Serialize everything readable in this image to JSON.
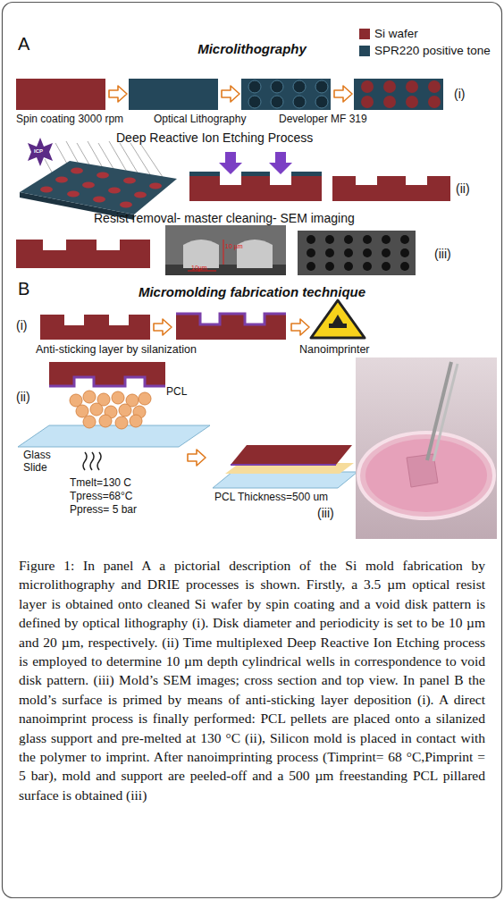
{
  "diagram": {
    "caption": "Figure 1: In panel A a pictorial description of the Si mold fabrication by microlithography and DRIE processes is shown. Firstly, a 3.5 µm optical resist layer is obtained onto cleaned Si wafer by spin coating and a void disk pattern is defined by optical lithography (i). Disk diameter and periodicity is set to be 10 µm and 20 µm, respectively. (ii) Time multiplexed Deep Reactive Ion Etching process is employed to determine 10 µm depth cylindrical wells in correspondence to void disk pattern. (iii) Mold’s SEM images; cross section and top view. In panel B the mold’s surface is primed by means of anti-sticking layer deposition (i). A direct nanoimprint process is finally performed: PCL pellets are placed onto a silanized glass support and pre-melted at 130 °C (ii), Silicon mold is placed in contact with the polymer to imprint. After nanoimprinting process (Timprint= 68 °C,Pimprint = 5 bar), mold and support are peeled-off and a 500 µm freestanding PCL pillared surface is obtained (iii)",
    "labels": [
      "A",
      "Microlithography",
      "Spin coating 3000 rpm",
      "Optical Lithography",
      "Developer MF 319",
      "(i)",
      "ICP",
      "Deep Reactive Ion Etching Process",
      "(ii)",
      "Resist removal- master cleaning- SEM imaging",
      "10 µm",
      "10µm",
      "(iii)",
      "B",
      "Micromolding fabrication technique",
      "(i)",
      "Anti-sticking layer by silanization",
      "Nanoimprinter",
      "(ii)",
      "PCL",
      "Glass Slide",
      "Tmelt=130 C",
      "Tpress=68°C",
      "Ppress= 5 bar",
      "PCL Thickness=500 um",
      "(iii)"
    ],
    "legend": [
      {
        "text": "Si wafer",
        "color": "#8b2b2f"
      },
      {
        "text": "SPR220 positive tone",
        "color": "#24475a"
      }
    ]
  }
}
